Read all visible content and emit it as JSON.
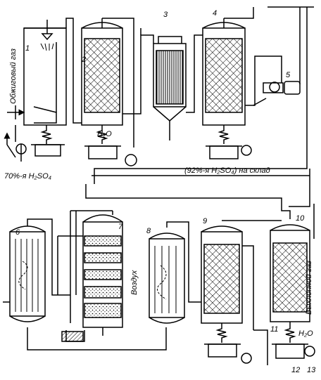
{
  "labels": {
    "roast_gas": "Обжиговый газ",
    "acid_70": "70%-я H₂SO₄",
    "acid_92": "(92%-я H₂SO₄) на склад",
    "water_1": "H₂O",
    "water_2": "H₂O",
    "air": "Воздух",
    "exhaust_gas": "Выхлопной газ"
  },
  "numbers": [
    "1",
    "2",
    "3",
    "4",
    "5",
    "6",
    "7",
    "8",
    "9",
    "10",
    "11",
    "12",
    "13"
  ]
}
